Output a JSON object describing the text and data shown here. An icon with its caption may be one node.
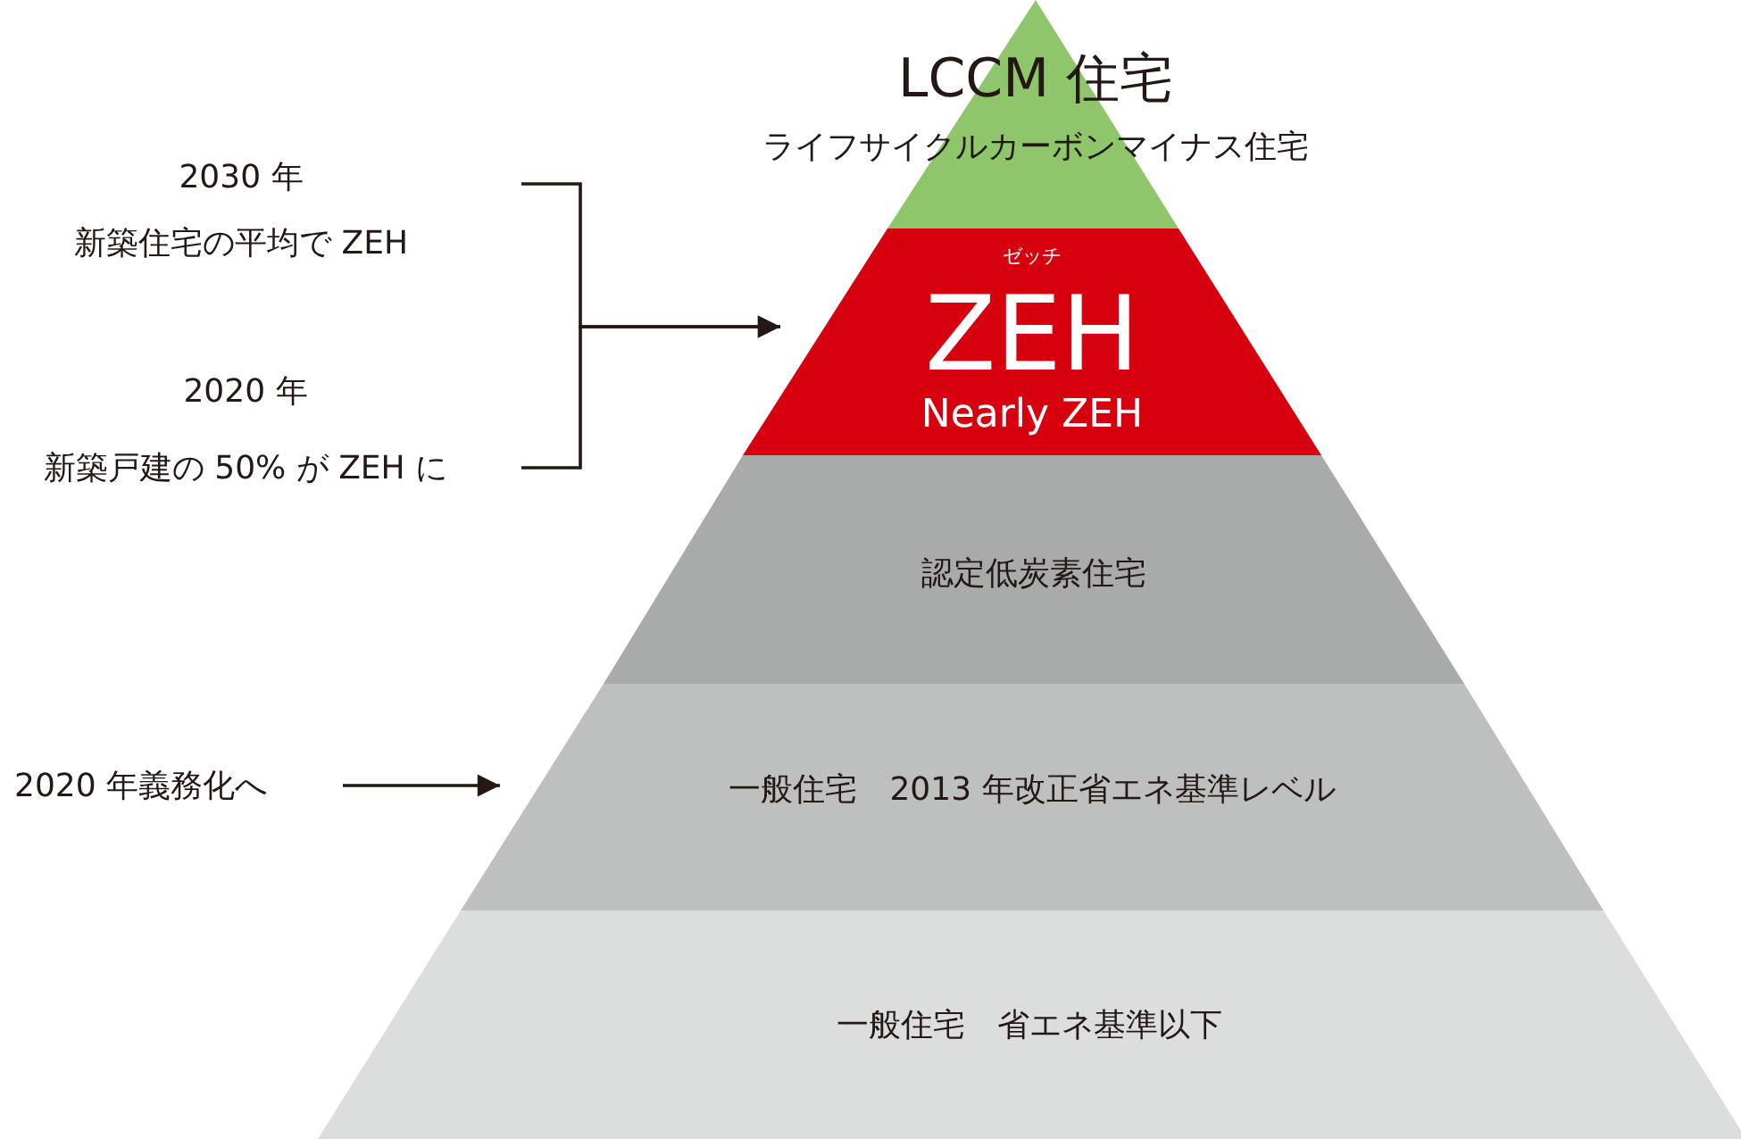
{
  "diagram": {
    "nodes": [
      {
        "text": [
          "LCCM 住宅",
          "ライフサイクルカーボンマイナス住宅"
        ]
      },
      {
        "text": [
          "ゼッチ",
          "ZEH",
          "Nearly ZEH"
        ]
      },
      {
        "text": [
          "認定低炭素住宅"
        ]
      },
      {
        "text": [
          "一般住宅　2013 年改正省エネ基準レベル"
        ]
      },
      {
        "text": [
          "一般住宅　省エネ基準以下"
        ]
      },
      {
        "text": [
          "2030 年",
          "新築住宅の平均で ZEH"
        ]
      },
      {
        "text": [
          "2020 年",
          "新築戸建の 50% が ZEH に"
        ]
      },
      {
        "text": [
          "2020 年義務化へ"
        ]
      }
    ],
    "edges": [
      {
        "from": 5,
        "to": 1,
        "arrow": "to"
      },
      {
        "from": 6,
        "to": 1,
        "arrow": "to"
      },
      {
        "from": 7,
        "to": 3,
        "arrow": "to"
      }
    ]
  }
}
